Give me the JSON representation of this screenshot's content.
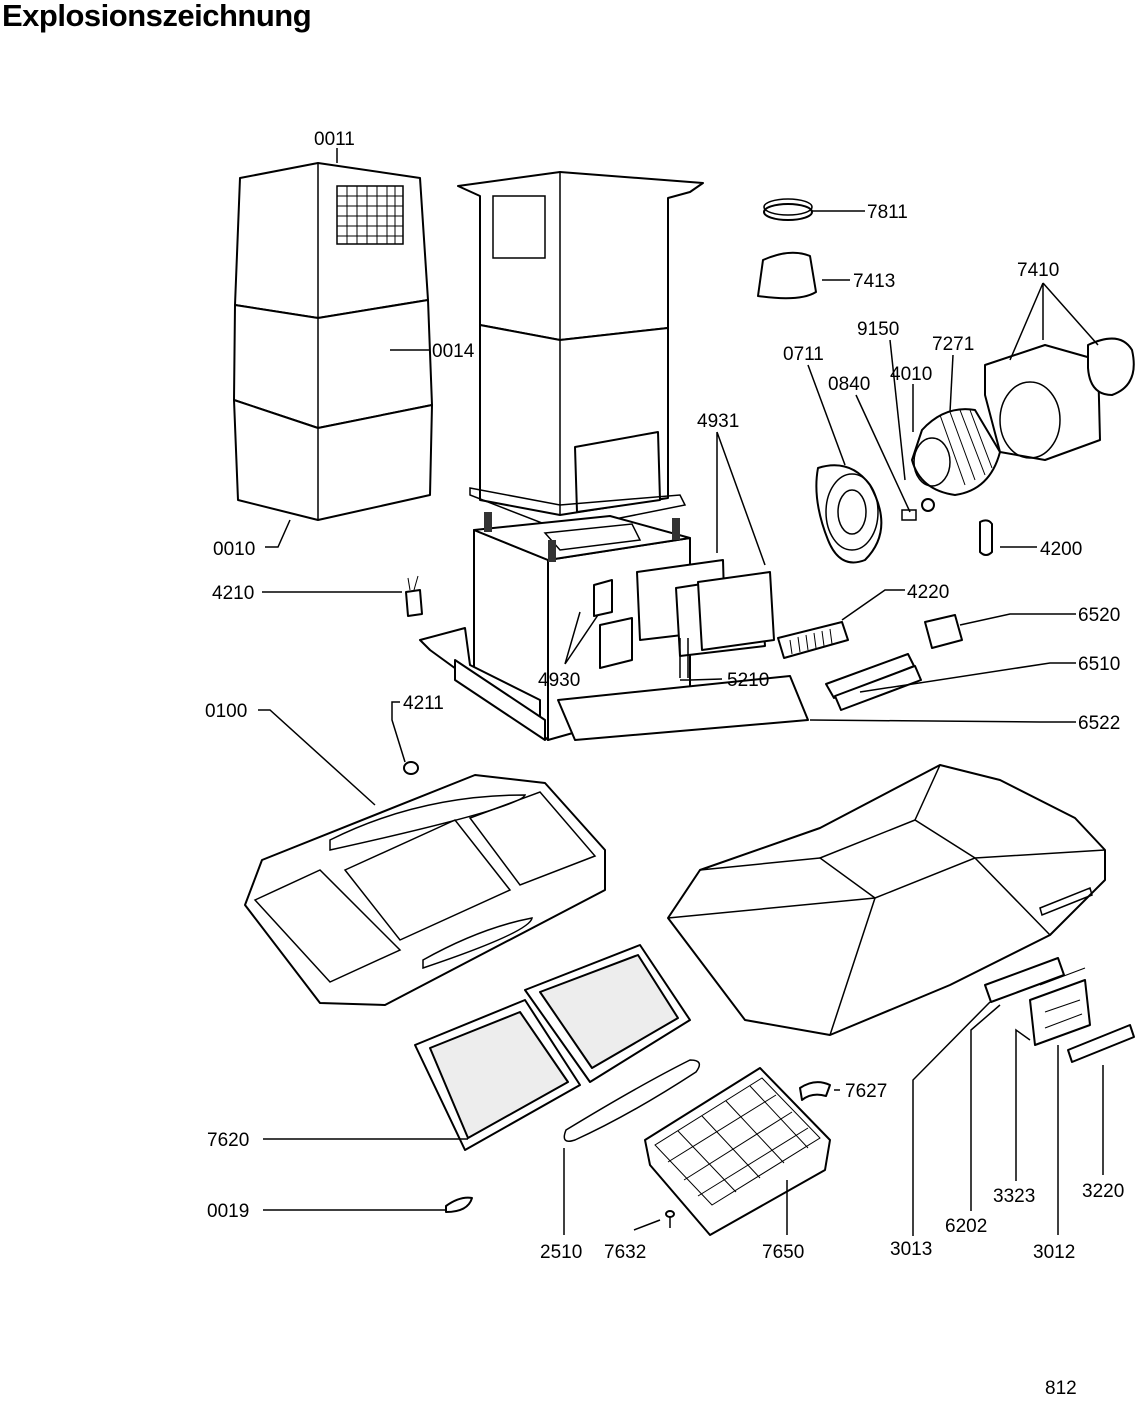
{
  "title": "Explosionszeichnung",
  "page_number": "812",
  "part_labels": {
    "p0011": "0011",
    "p0014": "0014",
    "p0010": "0010",
    "p4210": "4210",
    "p0100": "0100",
    "p4211": "4211",
    "p4930": "4930",
    "p4931": "4931",
    "p5210": "5210",
    "p7811": "7811",
    "p7413": "7413",
    "p7410": "7410",
    "p9150": "9150",
    "p7271": "7271",
    "p0711": "0711",
    "p4010": "4010",
    "p0840": "0840",
    "p4200": "4200",
    "p4220": "4220",
    "p6520": "6520",
    "p6510": "6510",
    "p6522": "6522",
    "p7620": "7620",
    "p0019": "0019",
    "p2510": "2510",
    "p7632": "7632",
    "p7650": "7650",
    "p7627": "7627",
    "p3013": "3013",
    "p6202": "6202",
    "p3323": "3323",
    "p3012": "3012",
    "p3220": "3220"
  }
}
